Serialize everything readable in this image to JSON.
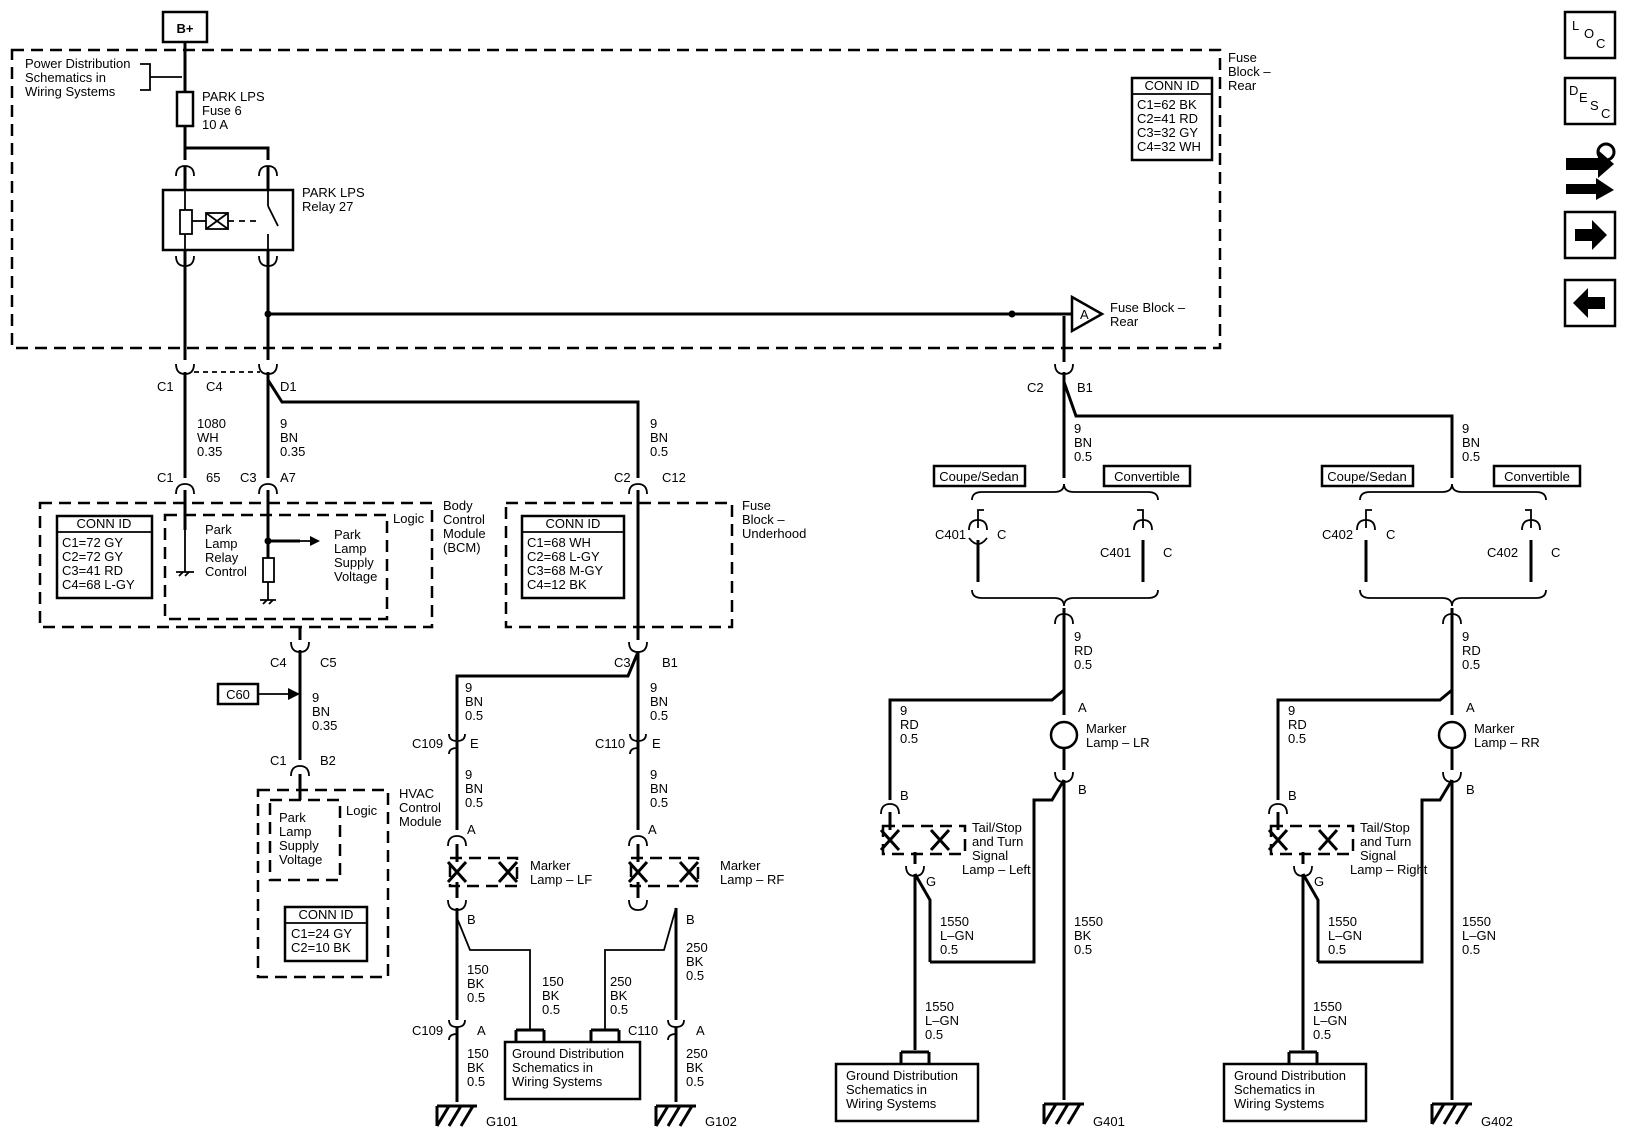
{
  "battery": "B+",
  "power_dist": [
    "Power Distribution",
    "Schematics in",
    "Wiring Systems"
  ],
  "fuse": [
    "PARK LPS",
    "Fuse 6",
    "10 A"
  ],
  "relay": [
    "PARK LPS",
    "Relay 27"
  ],
  "fuse_block_rear": [
    "Fuse",
    "Block –",
    "Rear"
  ],
  "conn_rear": {
    "title": "CONN ID",
    "lines": [
      "C1=62 BK",
      "C2=41 RD",
      "C3=32 GY",
      "C4=32 WH"
    ]
  },
  "splice_ref": {
    "letter": "A",
    "lines": [
      "Fuse Block –",
      "Rear"
    ]
  },
  "conns_top": {
    "c1": "C1",
    "c4": "C4",
    "d1": "D1",
    "c2": "C2",
    "b1": "B1"
  },
  "wire_1080": [
    "1080",
    "WH",
    "0.35"
  ],
  "wire_9bn035": [
    "9",
    "BN",
    "0.35"
  ],
  "wire_9bn05": [
    "9",
    "BN",
    "0.5"
  ],
  "bcm_conns": {
    "c1": "C1",
    "p65": "65",
    "c3": "C3",
    "a7": "A7"
  },
  "bcm_conn": {
    "title": "CONN ID",
    "lines": [
      "C1=72 GY",
      "C2=72 GY",
      "C3=41 RD",
      "C4=68 L-GY"
    ]
  },
  "bcm_logic": "Logic",
  "bcm_label": [
    "Body",
    "Control",
    "Module",
    "(BCM)"
  ],
  "park_relay_ctrl": [
    "Park",
    "Lamp",
    "Relay",
    "Control"
  ],
  "park_supply": [
    "Park",
    "Lamp",
    "Supply",
    "Voltage"
  ],
  "fbu_conns": {
    "c2": "C2",
    "c12": "C12",
    "c3": "C3",
    "b1": "B1"
  },
  "fbu_conn": {
    "title": "CONN ID",
    "lines": [
      "C1=68 WH",
      "C2=68 L-GY",
      "C3=68 M-GY",
      "C4=12 BK"
    ]
  },
  "fbu_label": [
    "Fuse",
    "Block –",
    "Underhood"
  ],
  "c4c5": {
    "c4": "C4",
    "c5": "C5"
  },
  "c60": "C60",
  "hvac_conns": {
    "c1": "C1",
    "b2": "B2"
  },
  "hvac_logic": "Logic",
  "hvac_label": [
    "HVAC",
    "Control",
    "Module"
  ],
  "hvac_supply": [
    "Park",
    "Lamp",
    "Supply",
    "Voltage"
  ],
  "hvac_conn": {
    "title": "CONN ID",
    "lines": [
      "C1=24 GY",
      "C2=10 BK"
    ]
  },
  "c109": "C109",
  "c110": "C110",
  "pin_e": "E",
  "pin_a": "A",
  "pin_b": "B",
  "pin_c": "C",
  "pin_g": "G",
  "marker_lf": [
    "Marker",
    "Lamp – LF"
  ],
  "marker_rf": [
    "Marker",
    "Lamp – RF"
  ],
  "wire_150bk": [
    "150",
    "BK",
    "0.5"
  ],
  "wire_250bk": [
    "250",
    "BK",
    "0.5"
  ],
  "ground_dist": [
    "Ground Distribution",
    "Schematics in",
    "Wiring Systems"
  ],
  "g101": "G101",
  "g102": "G102",
  "coupe": "Coupe/Sedan",
  "convertible": "Convertible",
  "c401": "C401",
  "c402": "C402",
  "wire_9rd": [
    "9",
    "RD",
    "0.5"
  ],
  "marker_lr": [
    "Marker",
    "Lamp – LR"
  ],
  "marker_rr": [
    "Marker",
    "Lamp – RR"
  ],
  "tail_left": [
    "Tail/Stop",
    "and Turn",
    "Signal",
    "Lamp – Left"
  ],
  "tail_right": [
    "Tail/Stop",
    "and Turn",
    "Signal",
    "Lamp – Right"
  ],
  "wire_1550lgn": [
    "1550",
    "L–GN",
    "0.5"
  ],
  "wire_1550bk": [
    "1550",
    "BK",
    "0.5"
  ],
  "g401": "G401",
  "g402": "G402",
  "nav": {
    "loc": [
      "L",
      "O",
      "C"
    ],
    "desc": [
      "D",
      "E",
      "S",
      "C"
    ]
  }
}
